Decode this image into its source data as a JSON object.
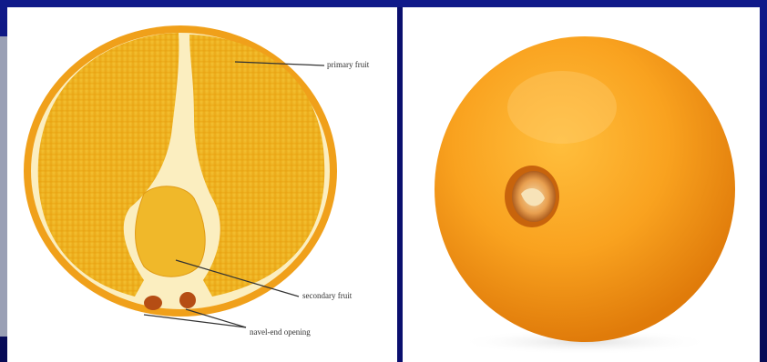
{
  "left_image": {
    "subject": "navel orange cross-section diagram",
    "labels": {
      "primary_fruit": "primary fruit",
      "secondary_fruit": "secondary fruit",
      "navel_end_opening": "navel-end opening"
    }
  },
  "right_image": {
    "subject": "whole navel orange"
  },
  "colors": {
    "background": "#0a0f6e",
    "peel": "#f4a21e",
    "flesh": "#f2b81f",
    "pith": "#f7ecc0"
  }
}
